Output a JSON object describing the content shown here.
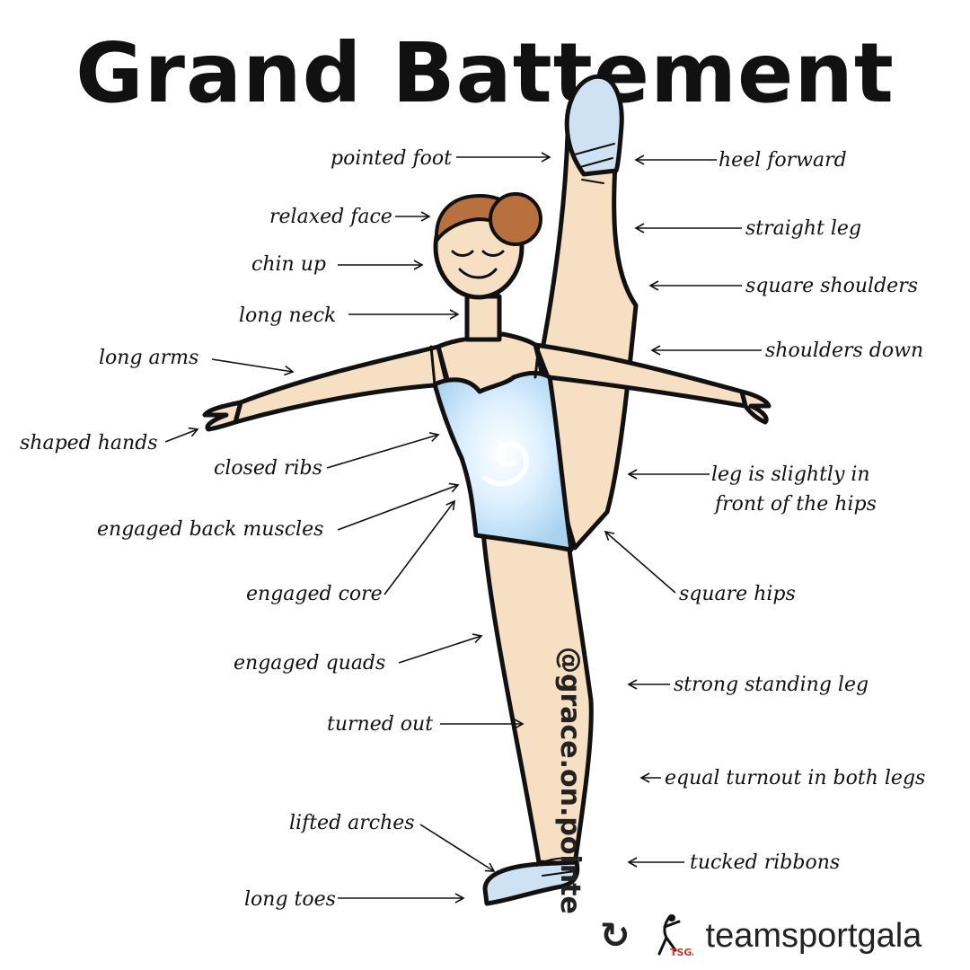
{
  "title": "Grand Battement",
  "credit": "@grace.on.pointe",
  "repost": {
    "icon": "repost-icon",
    "logo_text": "TSGA",
    "account": "teamsportgala"
  },
  "colors": {
    "skin": "#f7dfc3",
    "outline": "#111111",
    "leotard": "#cfe8f7",
    "hair": "#b8713e",
    "shoe": "#cfe2f3"
  },
  "labels": {
    "pointed_foot": "pointed foot",
    "relaxed_face": "relaxed face",
    "chin_up": "chin up",
    "long_neck": "long neck",
    "long_arms": "long arms",
    "shaped_hands": "shaped hands",
    "closed_ribs": "closed ribs",
    "engaged_back": "engaged back muscles",
    "engaged_core": "engaged core",
    "engaged_quads": "engaged quads",
    "turned_out": "turned out",
    "lifted_arches": "lifted arches",
    "long_toes": "long toes",
    "heel_forward": "heel forward",
    "straight_leg": "straight leg",
    "square_shoulders": "square shoulders",
    "shoulders_down": "shoulders down",
    "leg_front_1": "leg is slightly in",
    "leg_front_2": "front of the hips",
    "square_hips": "square hips",
    "strong_standing": "strong standing leg",
    "equal_turnout": "equal turnout in both legs",
    "tucked_ribbons": "tucked ribbons"
  }
}
